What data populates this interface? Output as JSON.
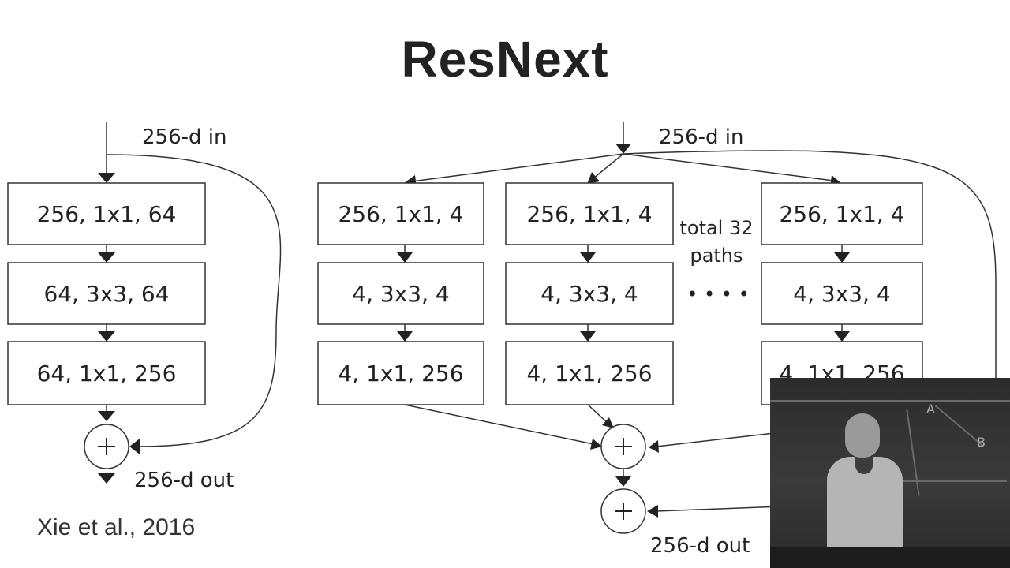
{
  "slide": {
    "title": "ResNext",
    "citation": "Xie et al., 2016"
  },
  "left_block": {
    "input_label": "256-d in",
    "layers": [
      "256, 1x1, 64",
      "64, 3x3, 64",
      "64, 1x1, 256"
    ],
    "output_label": "256-d out",
    "sum_symbol": "+"
  },
  "right_block": {
    "input_label": "256-d in",
    "paths": [
      {
        "layers": [
          "256, 1x1, 4",
          "4, 3x3, 4",
          "4, 1x1, 256"
        ]
      },
      {
        "layers": [
          "256, 1x1, 4",
          "4, 3x3, 4",
          "4, 1x1, 256"
        ]
      },
      {
        "layers": [
          "256, 1x1, 4",
          "4, 3x3, 4",
          "4, 1x1, 256"
        ]
      }
    ],
    "total_paths_note_line1": "total 32",
    "total_paths_note_line2": "paths",
    "ellipsis": "• • • •",
    "output_label": "256-d out",
    "sum_symbol": "+"
  },
  "webcam": {
    "description": "lecturer video overlay",
    "chalk_marks": [
      "A",
      "B"
    ]
  }
}
